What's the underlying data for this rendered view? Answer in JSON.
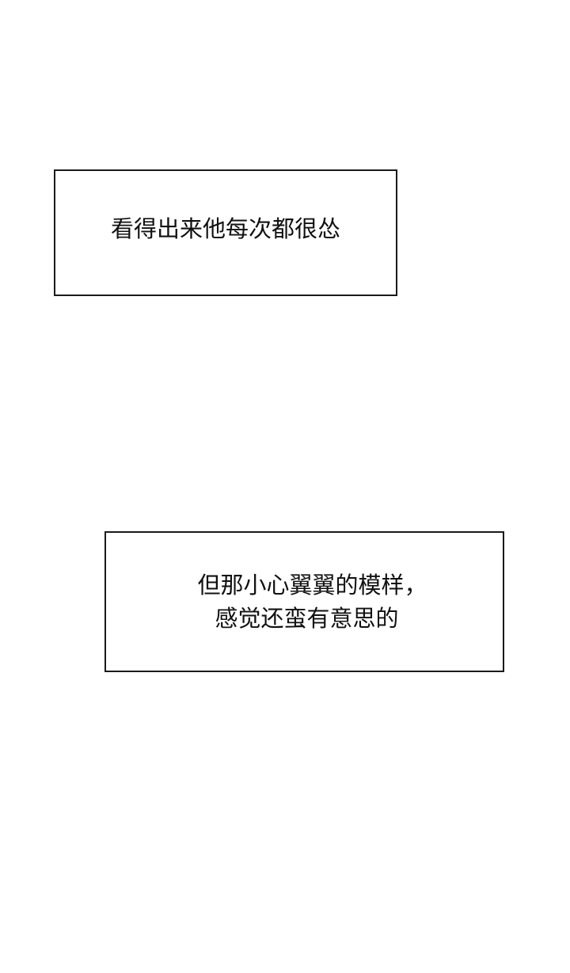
{
  "panel": {
    "background_color": "#ffffff",
    "border_color": "#1a1a1a"
  },
  "captions": [
    {
      "lines": [
        "看得出来他每次都很怂"
      ]
    },
    {
      "lines": [
        "但那小心翼翼的模样，",
        "感觉还蛮有意思的"
      ]
    }
  ]
}
